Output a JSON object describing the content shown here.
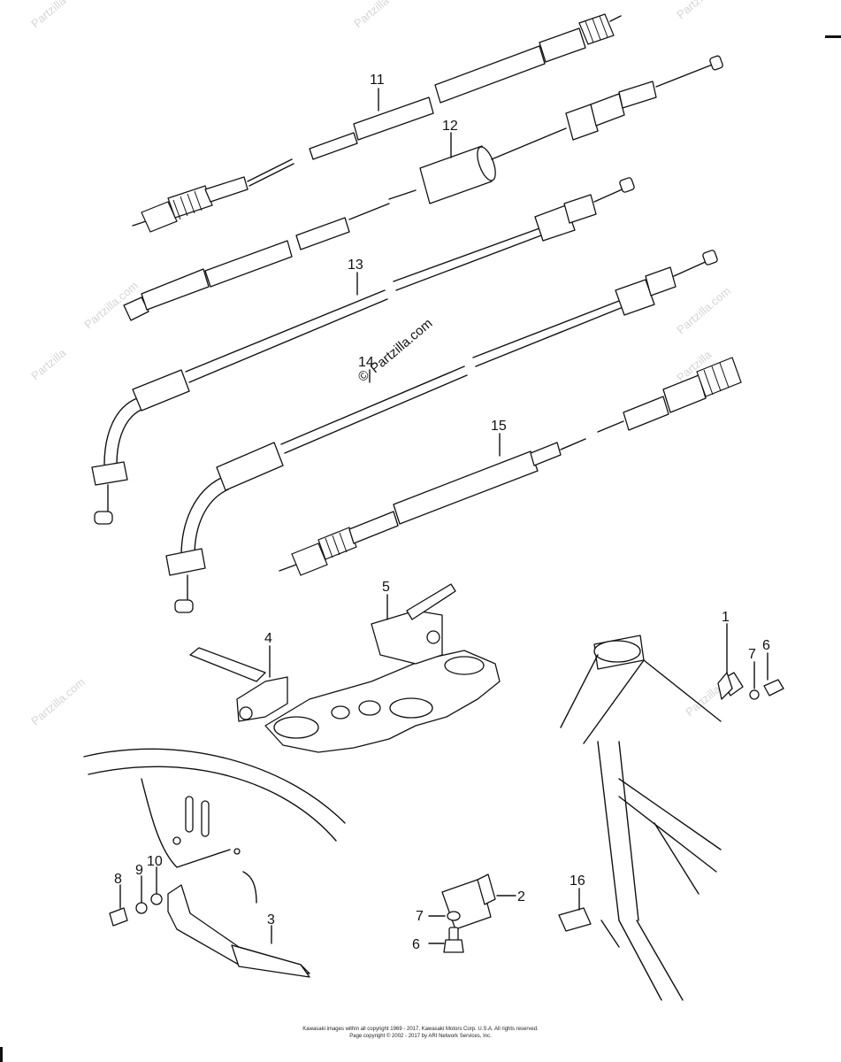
{
  "callouts": {
    "c1": "1",
    "c2": "2",
    "c3": "3",
    "c4": "4",
    "c5": "5",
    "c6a": "6",
    "c6b": "6",
    "c7a": "7",
    "c7b": "7",
    "c8": "8",
    "c9": "9",
    "c10": "10",
    "c11": "11",
    "c12": "12",
    "c13": "13",
    "c14": "14",
    "c15": "15",
    "c16": "16"
  },
  "watermark": {
    "text": "Partzilla",
    "center": "Partzilla.com",
    "side": "Partzilla.com",
    "copyright_symbol": "©"
  },
  "copyright": {
    "line1": "Kawasaki images within all copyright 1969 - 2017, Kawasaki Motors Corp. U.S.A. All rights reserved.",
    "line2": "Page copyright © 2002 - 2017 by ARI Network Services, Inc."
  },
  "colors": {
    "ink": "#111111",
    "watermark": "#d6d6d6",
    "background": "#ffffff"
  }
}
